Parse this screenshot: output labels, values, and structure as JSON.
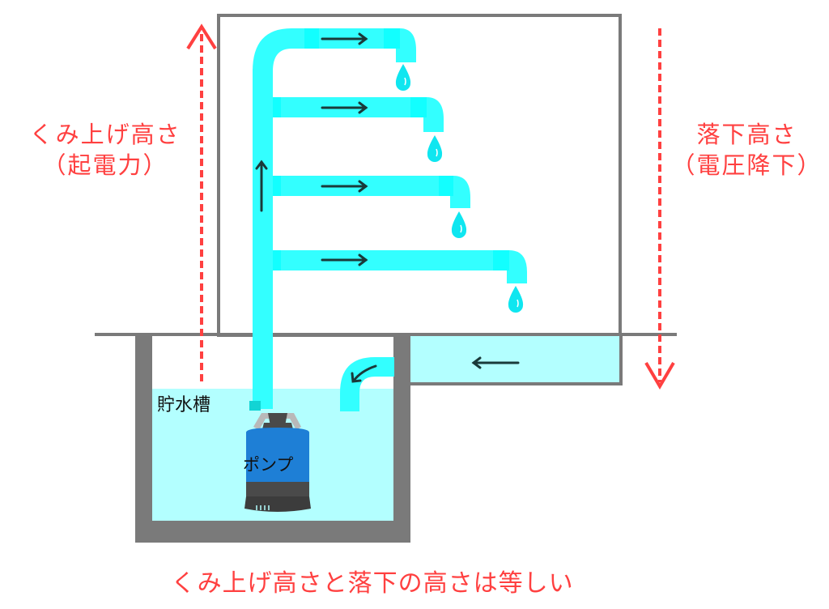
{
  "colors": {
    "pipe": "#33ffff",
    "pipe_joint": "#12ffff",
    "water": "#b3ffff",
    "wall": "#7a7a7a",
    "arrow_red": "#ff4040",
    "flow_arrow": "#1a3a3a",
    "pump_blue": "#1e7fd6",
    "pump_dark": "#4a4a4a"
  },
  "labels": {
    "pump_head_line1": "くみ上げ高さ",
    "pump_head_line2": "（起電力）",
    "fall_head_line1": "落下高さ",
    "fall_head_line2": "（電圧降下）",
    "tank": "貯水槽",
    "pump": "ポンプ",
    "caption": "くみ上げ高さと落下の高さは等しい"
  },
  "icons": {
    "up_arrow": "dashed-up-arrow",
    "down_arrow": "dashed-down-arrow",
    "flow": "flow-arrow",
    "drop": "water-drop"
  }
}
